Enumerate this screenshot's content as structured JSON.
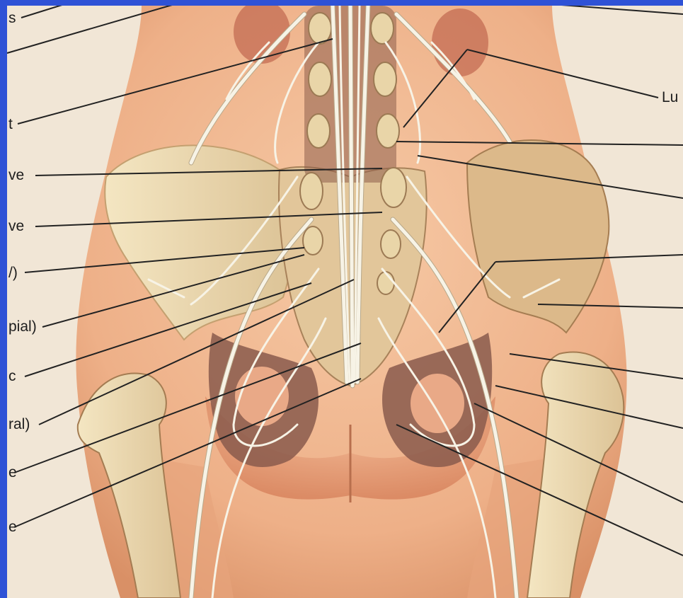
{
  "colors": {
    "frame": "#2f52d6",
    "skin": "#f0b58e",
    "skin_dark": "#d48a62",
    "bone": "#efdcb0",
    "bone_shade": "#c8a578",
    "nerve": "#f7f3e6",
    "nerve_edge": "#b8a88a",
    "pelvis_dark": "#7a5048",
    "leader": "#222222"
  },
  "labels_left": [
    "s",
    "",
    "t",
    "ve",
    "ve",
    "/)",
    "pial)",
    "c",
    "ral)",
    "e",
    "e"
  ],
  "labels_right": [
    "Lu",
    "",
    "",
    "",
    "",
    "",
    "",
    "",
    "",
    "",
    ""
  ]
}
